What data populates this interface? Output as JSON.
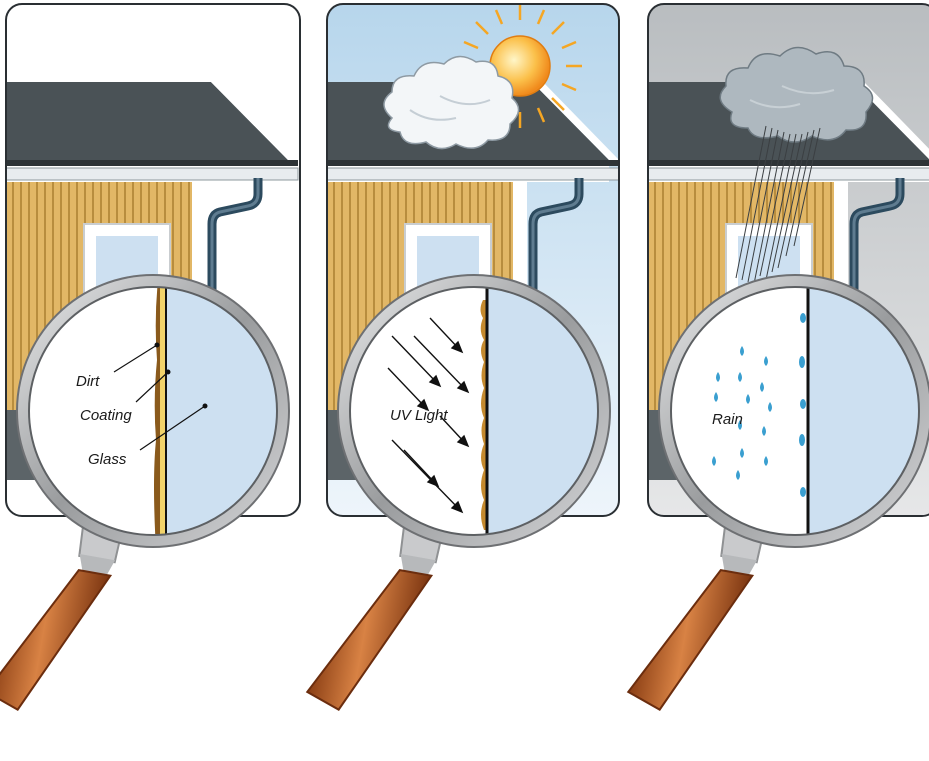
{
  "panels": [
    {
      "id": "panel-1",
      "background": "#ffffff",
      "labels": {
        "dirt": "Dirt",
        "coating": "Coating",
        "glass": "Glass"
      }
    },
    {
      "id": "panel-2",
      "background": "#cfe3f2",
      "weather": "sun-and-cloud",
      "labels": {
        "uv": "UV Light"
      }
    },
    {
      "id": "panel-3",
      "background": "#c9ccce",
      "weather": "rain-cloud",
      "labels": {
        "rain": "Rain"
      }
    }
  ],
  "colors": {
    "roof": "#4a5256",
    "roof_edge": "#2e3437",
    "siding": "#e2b766",
    "siding_line": "#b88d3e",
    "trim": "#ffffff",
    "window_glass": "#cde0f1",
    "downspout": "#2c4a5e",
    "lens_rim": "#a9aaac",
    "handle": "#b4622a",
    "dirt": "#8a5a1c",
    "water_drop": "#3a9fd0",
    "sun": "#f5a623"
  }
}
